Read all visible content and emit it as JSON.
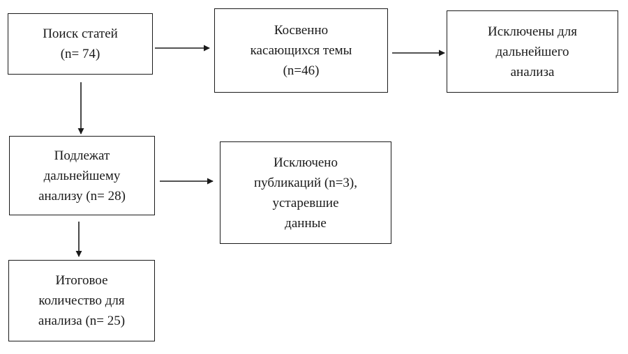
{
  "diagram": {
    "type": "flowchart",
    "stroke_color": "#1a1a1a",
    "background_color": "#ffffff",
    "nodes": {
      "search": {
        "text": "Поиск статей\n(n= 74)"
      },
      "indirect": {
        "text": "Косвенно\nкасающихся темы\n(n=46)"
      },
      "excluded_further": {
        "text": "Исключены для\nдальнейшего\nанализа"
      },
      "subject": {
        "text": "Подлежат\nдальнейшему\nанализу (n= 28)"
      },
      "excluded_outdated": {
        "text": "Исключено\nпубликаций (n=3),\nустаревшие\nданные"
      },
      "final": {
        "text": "Итоговое\nколичество для\nанализа (n= 25)"
      }
    },
    "edges": [
      {
        "from": "search",
        "to": "indirect"
      },
      {
        "from": "indirect",
        "to": "excluded_further"
      },
      {
        "from": "search",
        "to": "subject"
      },
      {
        "from": "subject",
        "to": "excluded_outdated"
      },
      {
        "from": "subject",
        "to": "final"
      }
    ]
  }
}
